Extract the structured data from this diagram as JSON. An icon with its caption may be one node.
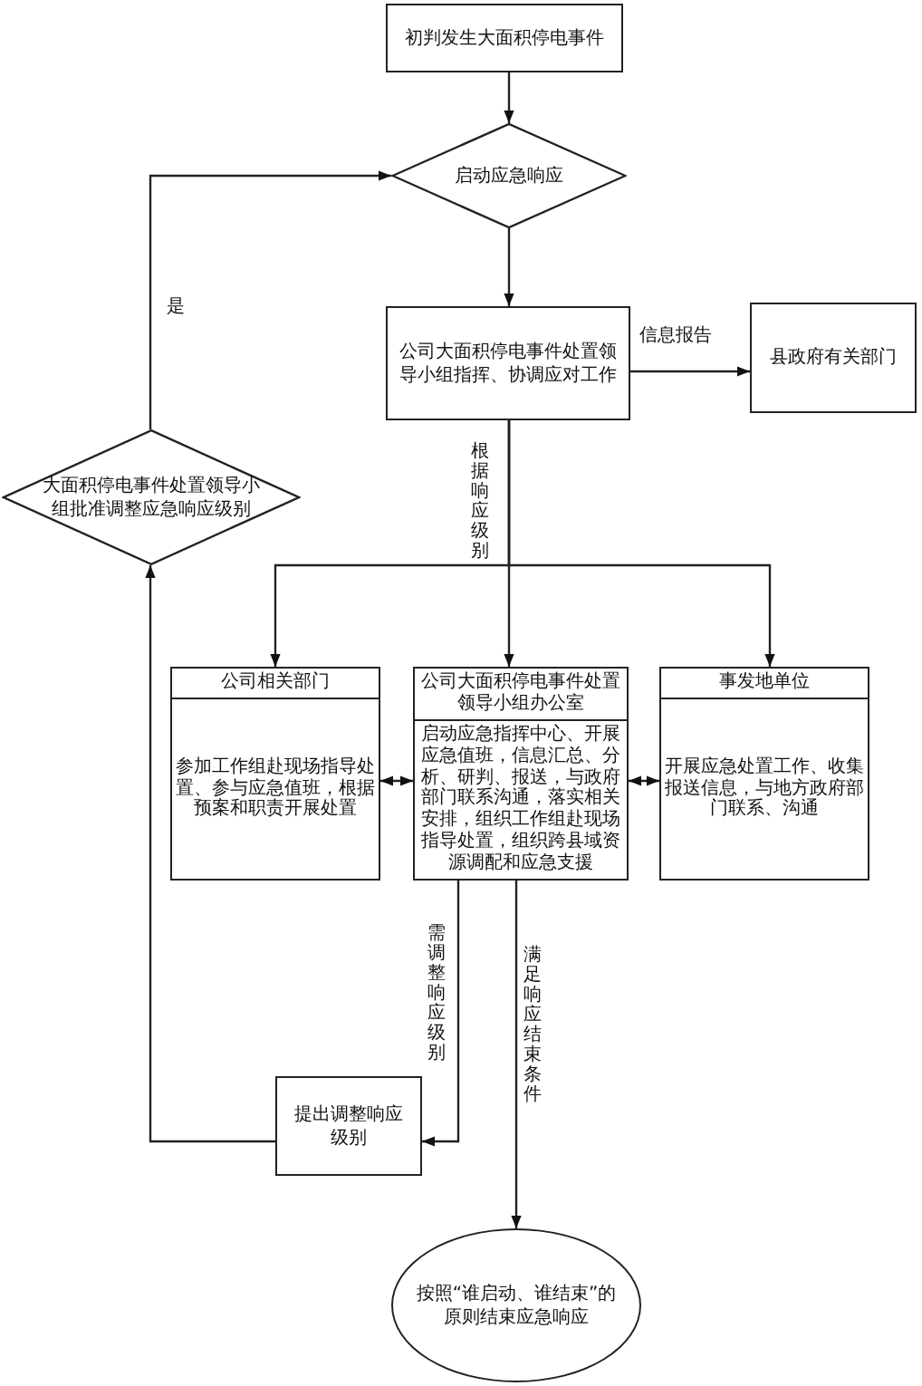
{
  "diagram": {
    "nodes": [
      {
        "text": [
          "初判发生大面积停电事件"
        ]
      },
      {
        "text": [
          "启动应急响应"
        ]
      },
      {
        "text": [
          "公司大面积停电事件处置领导小组指挥、协调应对工作"
        ]
      },
      {
        "text": [
          "县政府有关部门"
        ]
      },
      {
        "text": [
          "大面积停电事件处置领导小组批准调整应急响应级别"
        ]
      },
      {
        "text": [
          "公司相关部门",
          "参加工作组赴现场指导处置、参与应急值班，根据预案和职责开展处置"
        ]
      },
      {
        "text": [
          "公司大面积停电事件处置领导小组办公室",
          "启动应急指挥中心、开展应急值班，信息汇总、分析、研判、报送，与政府部门联系沟通，落实相关安排，组织工作组赴现场指导处置，组织跨县域资源调配和应急支援"
        ]
      },
      {
        "text": [
          "事发地单位",
          "开展应急处置工作、收集报送信息，与地方政府部门联系、沟通"
        ]
      },
      {
        "text": [
          "提出调整响应级别"
        ]
      },
      {
        "text": [
          "按照“谁启动、谁结束”的原则结束应急响应"
        ]
      }
    ],
    "edges": [
      {
        "from": 0,
        "to": 1,
        "arrow": "to"
      },
      {
        "from": 1,
        "to": 2,
        "arrow": "to"
      },
      {
        "from": 2,
        "to": 3,
        "arrow": "to",
        "label": "信息报告"
      },
      {
        "from": 2,
        "to": 5,
        "arrow": "to"
      },
      {
        "from": 2,
        "to": 6,
        "arrow": "to",
        "label": "根据响应级别"
      },
      {
        "from": 2,
        "to": 7,
        "arrow": "to"
      },
      {
        "from": 5,
        "to": 6,
        "arrow": "both"
      },
      {
        "from": 6,
        "to": 7,
        "arrow": "both"
      },
      {
        "from": 6,
        "to": 8,
        "arrow": "to",
        "label": "需调整响应级别"
      },
      {
        "from": 6,
        "to": 9,
        "arrow": "to",
        "label": "满足响应结束条件"
      },
      {
        "from": 8,
        "to": 4,
        "arrow": "to"
      },
      {
        "from": 4,
        "to": 1,
        "arrow": "to",
        "label": "是"
      }
    ]
  }
}
